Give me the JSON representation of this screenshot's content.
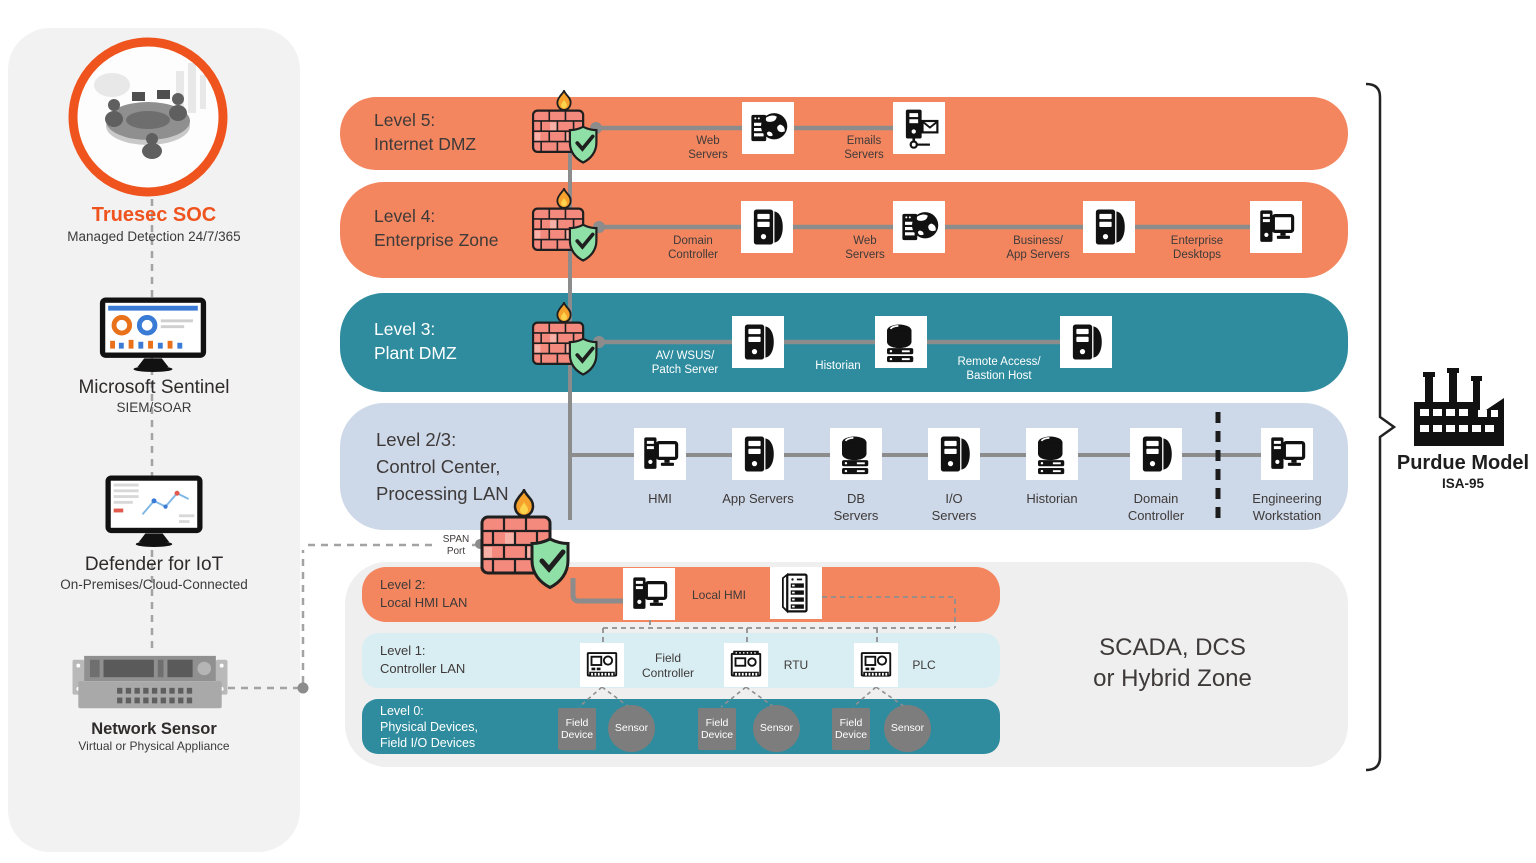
{
  "colors": {
    "band_orange": "#F3865F",
    "band_teal": "#2E8C9E",
    "band_light_blue": "#CDD8E8",
    "band_light_cyan": "#D9EEF3",
    "zone_gray": "#EFEFEF",
    "panel_gray": "#F2F2F2",
    "brand_orange": "#F0541E",
    "line_gray": "#8C8C8C",
    "shield_green": "#8FE0A6",
    "brick_red": "#F4897E"
  },
  "left_panel": {
    "soc": {
      "title": "Truesec SOC",
      "subtitle": "Managed Detection 24/7/365"
    },
    "sentinel": {
      "title": "Microsoft Sentinel",
      "subtitle": "SIEM/SOAR"
    },
    "defender": {
      "title": "Defender for IoT",
      "subtitle": "On-Premises/Cloud-Connected"
    },
    "network_sensor": {
      "title": "Network Sensor",
      "subtitle": "Virtual or Physical Appliance"
    }
  },
  "span_port_label": "SPAN\nPort",
  "levels": [
    {
      "label": "Level 5:",
      "name": "Internet DMZ",
      "nodes": [
        {
          "label": "Web\nServers"
        },
        {
          "label": "Emails\nServers"
        }
      ]
    },
    {
      "label": "Level 4:",
      "name": "Enterprise Zone",
      "nodes": [
        {
          "label": "Domain\nController"
        },
        {
          "label": "Web\nServers"
        },
        {
          "label": "Business/\nApp Servers"
        },
        {
          "label": "Enterprise\nDesktops"
        }
      ]
    },
    {
      "label": "Level 3:",
      "name": "Plant DMZ",
      "nodes": [
        {
          "label": "AV/ WSUS/\nPatch Server"
        },
        {
          "label": "Historian"
        },
        {
          "label": "Remote Access/\nBastion Host"
        }
      ]
    },
    {
      "label": "Level 2/3:",
      "name": "Control Center,\nProcessing LAN",
      "nodes": [
        {
          "label": "HMI"
        },
        {
          "label": "App Servers"
        },
        {
          "label": "DB\nServers"
        },
        {
          "label": "I/O\nServers"
        },
        {
          "label": "Historian"
        },
        {
          "label": "Domain\nController"
        },
        {
          "label": "Engineering\nWorkstation"
        }
      ]
    }
  ],
  "scada_zone": {
    "label": "SCADA, DCS\nor Hybrid Zone",
    "level2": {
      "label": "Level 2:",
      "name": "Local HMI LAN",
      "nodes": [
        {
          "label": "Local HMI"
        }
      ]
    },
    "level1": {
      "label": "Level 1:",
      "name": "Controller LAN",
      "nodes": [
        {
          "label": "Field\nController"
        },
        {
          "label": "RTU"
        },
        {
          "label": "PLC"
        }
      ]
    },
    "level0": {
      "label": "Level 0:",
      "name": "Physical Devices,\nField I/O Devices",
      "pairs": [
        {
          "device": "Field\nDevice",
          "sensor": "Sensor"
        },
        {
          "device": "Field\nDevice",
          "sensor": "Sensor"
        },
        {
          "device": "Field\nDevice",
          "sensor": "Sensor"
        }
      ]
    }
  },
  "purdue_model": {
    "title": "Purdue Model",
    "subtitle": "ISA-95"
  }
}
